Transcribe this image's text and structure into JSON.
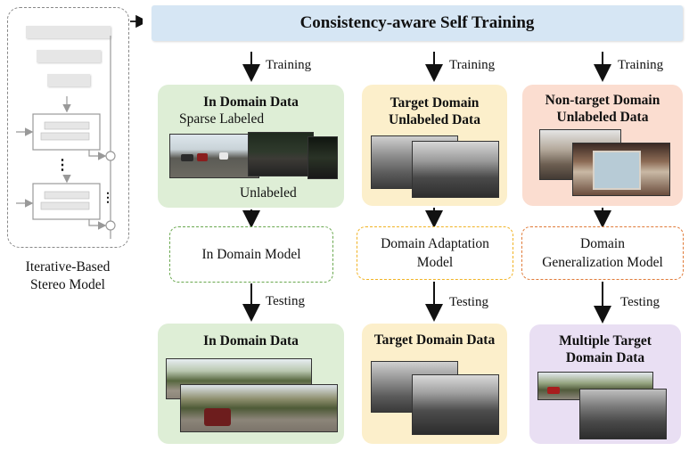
{
  "header": {
    "title": "Consistency-aware Self Training"
  },
  "stereo": {
    "label_line1": "Iterative-Based",
    "label_line2": "Stereo Model",
    "dots": "⋮"
  },
  "columns": [
    {
      "train_label": "Training",
      "train_title": "In Domain Data",
      "sparse_label": "Sparse Labeled",
      "unlabeled_label": "Unlabeled",
      "model_line1": "In Domain Model",
      "model_line2": "",
      "test_label": "Testing",
      "test_title": "In Domain Data",
      "colors": {
        "panel": "#deeed6",
        "border": "#6aa84f"
      }
    },
    {
      "train_label": "Training",
      "train_title_line1": "Target Domain",
      "train_title_line2": "Unlabeled Data",
      "model_line1": "Domain Adaptation",
      "model_line2": "Model",
      "test_label": "Testing",
      "test_title": "Target Domain Data",
      "colors": {
        "panel": "#fcefcb",
        "border": "#f1b324"
      }
    },
    {
      "train_label": "Training",
      "train_title_line1": "Non-target Domain",
      "train_title_line2": "Unlabeled Data",
      "model_line1": "Domain",
      "model_line2": "Generalization Model",
      "test_label": "Testing",
      "test_title_line1": "Multiple Target",
      "test_title_line2": "Domain Data",
      "colors": {
        "panel": "#fbddd0",
        "border": "#e07b39",
        "test_panel": "#e9dff3"
      }
    }
  ]
}
